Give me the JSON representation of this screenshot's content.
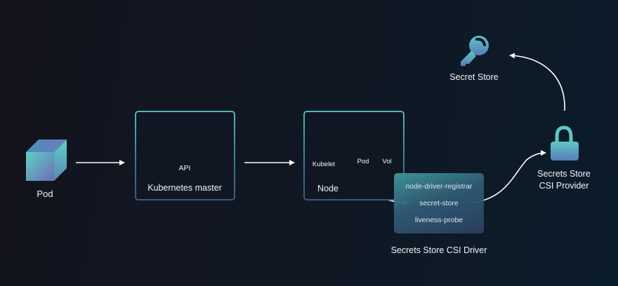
{
  "diagram": {
    "colors": {
      "background_left": "#13141d",
      "background_right": "#0b1c2b",
      "icon_teal": "#5cc6c6",
      "icon_blue": "#5a7fb8",
      "border_teal": "#4fb8b8",
      "arrow": "#ffffff",
      "text": "#f2f4f7"
    },
    "nodes": {
      "pod": {
        "label": "Pod",
        "icon": "cube-icon"
      },
      "kubernetes_master": {
        "label": "Kubernetes master",
        "sub_label": "API",
        "icon": "gears-icon"
      },
      "node": {
        "label": "Node",
        "components": [
          {
            "label": "Kubelet",
            "icon": "kubelet-cubes-icon"
          },
          {
            "label": "Pod",
            "icon": "cube-icon"
          },
          {
            "label": "Vol",
            "icon": "database-icon"
          }
        ]
      },
      "csi_driver": {
        "label": "Secrets Store CSI Driver",
        "items": [
          "node-driver-registrar",
          "secret-store",
          "liveness-probe"
        ]
      },
      "csi_provider": {
        "label_line1": "Secrets Store",
        "label_line2": "CSI Provider",
        "icon": "lock-icon"
      },
      "secret_store": {
        "label": "Secret Store",
        "icon": "key-icon"
      }
    },
    "edges": [
      {
        "from": "pod",
        "to": "kubernetes_master"
      },
      {
        "from": "kubernetes_master",
        "to": "node"
      },
      {
        "from": "node.kubelet",
        "to": "csi_driver.secret-store"
      },
      {
        "from": "csi_driver.secret-store",
        "to": "csi_provider"
      },
      {
        "from": "csi_provider",
        "to": "secret_store"
      }
    ]
  }
}
